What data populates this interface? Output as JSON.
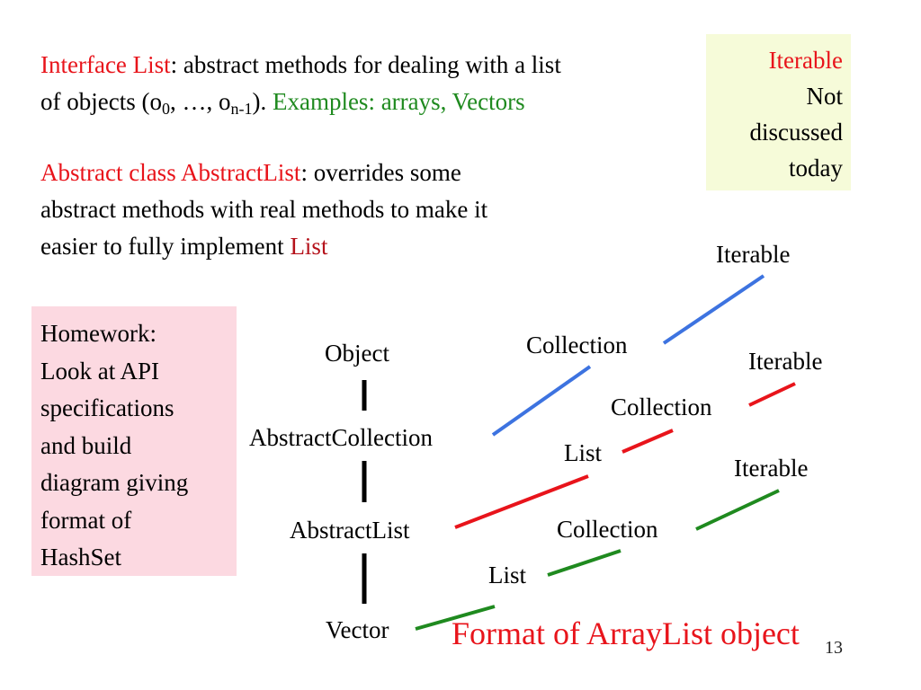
{
  "colors": {
    "red": "#e8141b",
    "dark_red": "#b5121b",
    "green": "#1f8a1f",
    "blue": "#3d73e0",
    "black": "#000000",
    "note_bg": "#f6fbd9",
    "homework_bg": "#fcd9e1"
  },
  "intro": {
    "interface_term": "Interface List",
    "interface_desc": ": abstract methods for dealing with a list",
    "objects_prefix": "of objects (o",
    "sub0": "0",
    "objects_mid": ", …, o",
    "sub_n": "n-1",
    "objects_suffix": "). ",
    "examples": "Examples: arrays, Vectors"
  },
  "abstract": {
    "term": "Abstract class AbstractList",
    "desc1": ": overrides some",
    "line2": "abstract methods with real methods to make it",
    "line3_prefix": "easier to fully implement ",
    "line3_term": "List"
  },
  "note": {
    "title": "Iterable",
    "lines": [
      "Not",
      "discussed",
      "today"
    ]
  },
  "homework": {
    "lines": [
      "Homework:",
      "Look at API",
      "specifications",
      "and build",
      "diagram giving",
      "format of",
      "HashSet"
    ]
  },
  "hierarchy": {
    "object": "Object",
    "abstract_collection": "AbstractCollection",
    "abstract_list": "AbstractList",
    "vector": "Vector"
  },
  "branches": {
    "blue": {
      "collection": "Collection",
      "iterable": "Iterable"
    },
    "red": {
      "list": "List",
      "collection": "Collection",
      "iterable": "Iterable"
    },
    "green": {
      "list": "List",
      "collection": "Collection",
      "iterable": "Iterable"
    }
  },
  "caption": "Format of ArrayList object",
  "page_number": "13"
}
